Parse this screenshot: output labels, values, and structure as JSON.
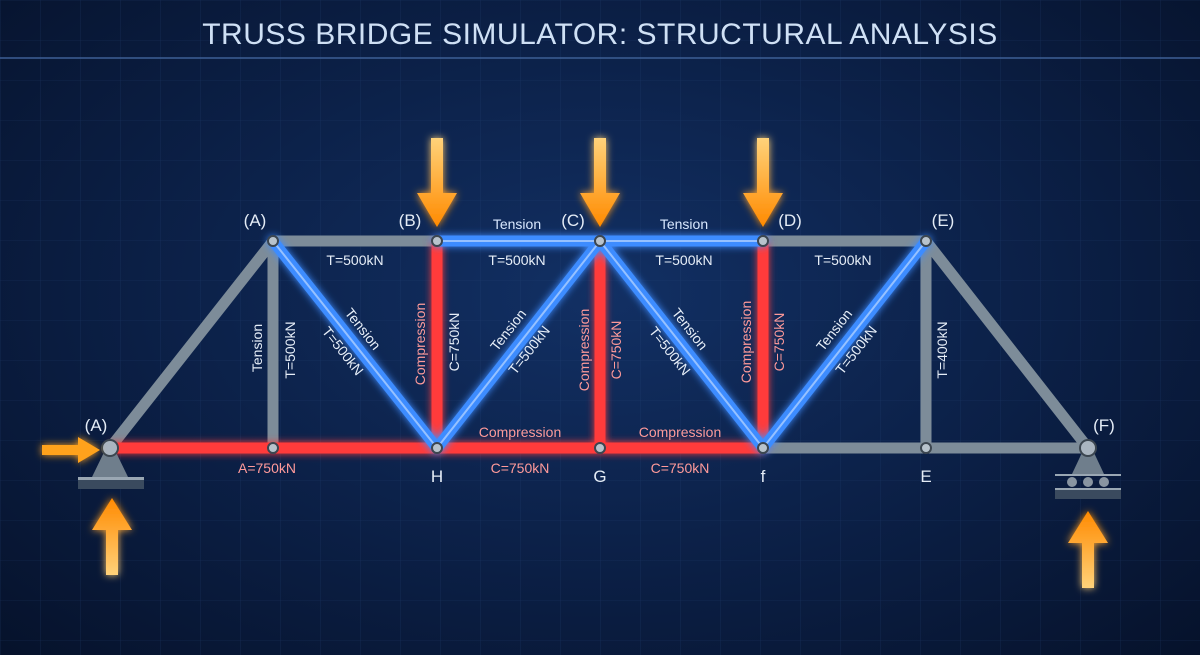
{
  "title": "TRUSS BRIDGE SIMULATOR: STRUCTURAL ANALYSIS",
  "colors": {
    "tension": "#3d8cff",
    "compression": "#ff3b3b",
    "neutral": "#7d8c99",
    "load": "#ff9a1a",
    "background": "#0b1f45"
  },
  "top_nodes": [
    "(A)",
    "(B)",
    "(C)",
    "(D)",
    "(E)"
  ],
  "support_nodes": {
    "left": "(A)",
    "right": "(F)"
  },
  "bottom_nodes": [
    "H",
    "G",
    "f",
    "E"
  ],
  "labels": {
    "top_ab": "T=500kN",
    "top_bc_type": "Tension",
    "top_bc": "T=500kN",
    "top_cd_type": "Tension",
    "top_cd": "T=500kN",
    "top_de": "T=500kN",
    "v1_type": "Tension",
    "v1": "T=500kN",
    "d1_type": "Tension",
    "d1": "T=500kN",
    "v2_type": "Compression",
    "v2": "C=750kN",
    "d2_type": "Tension",
    "d2": "T=500kN",
    "v3_type": "Compression",
    "v3": "C=750kN",
    "d3_type": "Tension",
    "d3": "T=500kN",
    "v4_type": "Compression",
    "v4": "C=750kN",
    "d4_type": "Tension",
    "d4": "T=500kN",
    "v5": "T=400kN",
    "bot_1": "A=750kN",
    "bot_2_type": "Compression",
    "bot_2": "C=750kN",
    "bot_3_type": "Compression",
    "bot_3": "C=750kN"
  }
}
